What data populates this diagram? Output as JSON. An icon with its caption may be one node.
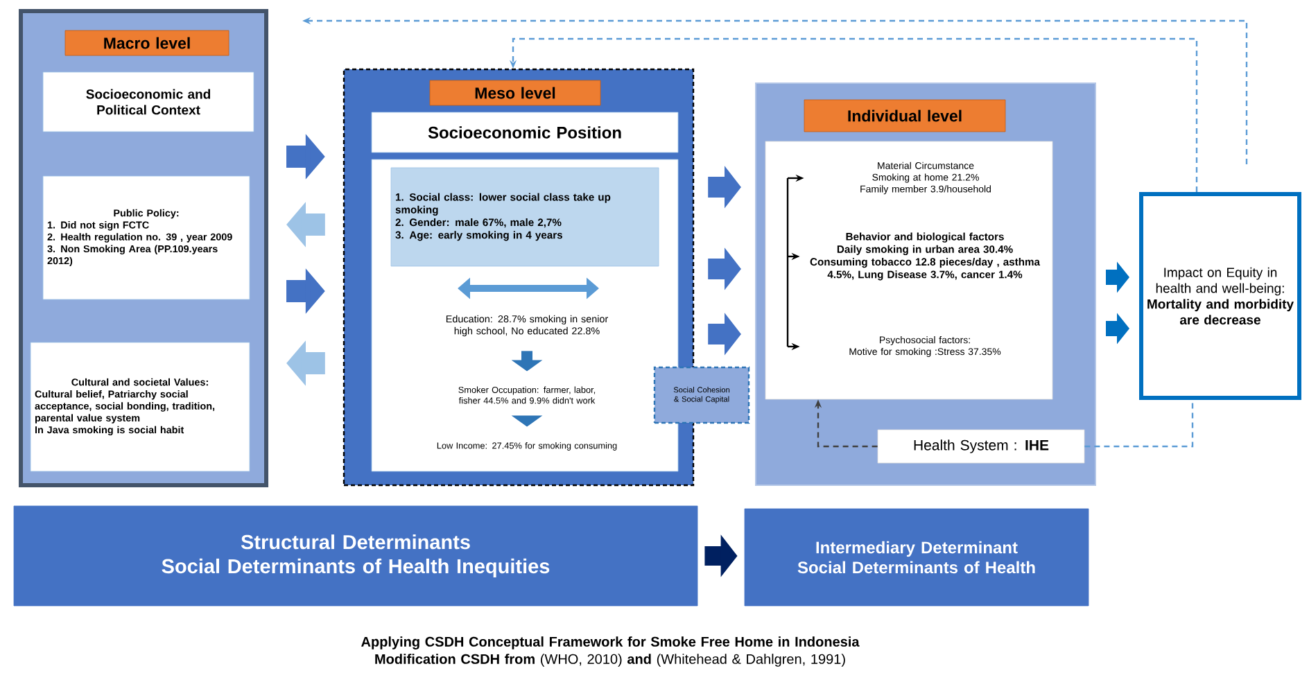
{
  "diagram": {
    "caption": "**Applying CSDH Conceptual Framework for Smoke Free Home in Indonesia Modification CSDH from** (WHO, 2010) **and** (Whitehead & Dahlgren, 1991)",
    "nodes": [
      {
        "text": [],
        "shape": "box"
      },
      {
        "text": [
          "Macro level"
        ],
        "in": 0
      },
      {
        "text": [
          "Socioeconomic and Political Context"
        ],
        "in": 0
      },
      {
        "text": [
          "Public Policy:",
          "1. Did not sign FCTC",
          "2. Health regulation no. 39 , year 2009",
          "3. Non Smoking Area (PP.109.years 2012)"
        ],
        "in": 0
      },
      {
        "text": [
          "Cultural and societal Values:",
          "Cultural belief, Patriarchy social acceptance, social bonding, tradition, parental value system",
          "In Java smoking is social habit"
        ],
        "in": 0
      },
      {
        "text": [],
        "shape": "box"
      },
      {
        "text": [
          "Meso level"
        ],
        "in": 5
      },
      {
        "text": [
          "Socioeconomic Position"
        ],
        "in": 5
      },
      {
        "text": [],
        "shape": "box",
        "in": 5
      },
      {
        "text": [
          "1. Social class: lower social class take up smoking",
          "2. Gender: male 67%, male 2,7%",
          "3. Age: early smoking in 4 years"
        ],
        "in": 8
      },
      {
        "text": [
          "Education: 28.7% smoking in senior high school, No educated 22.8%"
        ],
        "in": 8
      },
      {
        "text": [
          "Smoker Occupation: farmer, labor, fisher 44.5% and 9.9% didn't work"
        ],
        "in": 8
      },
      {
        "text": [
          "Low Income: 27.45% for smoking consuming"
        ],
        "in": 8
      },
      {
        "text": [
          "Social Cohesion & Social Capital"
        ]
      },
      {
        "text": [],
        "shape": "box"
      },
      {
        "text": [
          "Individual level"
        ],
        "in": 14
      },
      {
        "text": [],
        "shape": "box",
        "in": 14
      },
      {
        "text": [
          "Material Circumstance",
          "Smoking at home 21.2%",
          "Family member 3.9/household"
        ],
        "in": 16
      },
      {
        "text": [
          "Behavior and biological factors",
          "Daily smoking in urban area 30.4% Consuming tobacco 12.8 pieces/day , asthma 4.5%, Lung Disease 3.7%, cancer 1.4%"
        ],
        "in": 16
      },
      {
        "text": [
          "Psychosocial factors:",
          "Motive for smoking :Stress 37.35%"
        ],
        "in": 16
      },
      {
        "text": [
          "Health System : **IHE**"
        ],
        "in": 14
      },
      {
        "text": [
          "Impact on Equity in health and well-being:",
          "Mortality and morbidity are decrease"
        ]
      },
      {
        "text": [
          "Structural Determinants",
          "Social Determinants of Health Inequities"
        ]
      },
      {
        "text": [
          "Intermediary Determinant",
          "Social Determinants of Health"
        ]
      }
    ],
    "edges": [
      {
        "from": 0,
        "to": 5,
        "arrow": "to"
      },
      {
        "from": 5,
        "to": 0,
        "arrow": "to",
        "color": "#9dc3e6"
      },
      {
        "from": 0,
        "to": 5,
        "arrow": "to"
      },
      {
        "from": 5,
        "to": 0,
        "arrow": "to",
        "color": "#9dc3e6"
      },
      {
        "from": 5,
        "to": 14,
        "arrow": "to"
      },
      {
        "from": 5,
        "to": 14,
        "arrow": "to"
      },
      {
        "from": 5,
        "to": 14,
        "arrow": "to"
      },
      {
        "from": 14,
        "to": 21,
        "arrow": "to",
        "color": "#0070c0"
      },
      {
        "from": 14,
        "to": 21,
        "arrow": "to",
        "color": "#0070c0"
      },
      {
        "from": 10,
        "to": 11,
        "arrow": "to",
        "color": "#2e75b6"
      },
      {
        "from": 11,
        "to": 12,
        "arrow": "to",
        "color": "#2e75b6"
      },
      {
        "from": 22,
        "to": 23,
        "arrow": "to",
        "color": "#002060"
      },
      {
        "from": 21,
        "to": null,
        "arrow": "to",
        "style": "dashed",
        "color": "#5b9bd5"
      },
      {
        "from": 21,
        "to": 5,
        "arrow": "to",
        "style": "dashed",
        "color": "#5b9bd5"
      },
      {
        "from": 20,
        "to": 21,
        "arrow": "none",
        "style": "dashed",
        "color": "#5b9bd5"
      },
      {
        "from": 20,
        "to": 16,
        "arrow": "to",
        "style": "dashed",
        "color": "#404040"
      },
      {
        "from": null,
        "to": 17,
        "arrow": "to",
        "color": "#000000"
      },
      {
        "from": null,
        "to": 18,
        "arrow": "to",
        "color": "#000000"
      },
      {
        "from": null,
        "to": 19,
        "arrow": "to",
        "color": "#000000"
      }
    ]
  }
}
